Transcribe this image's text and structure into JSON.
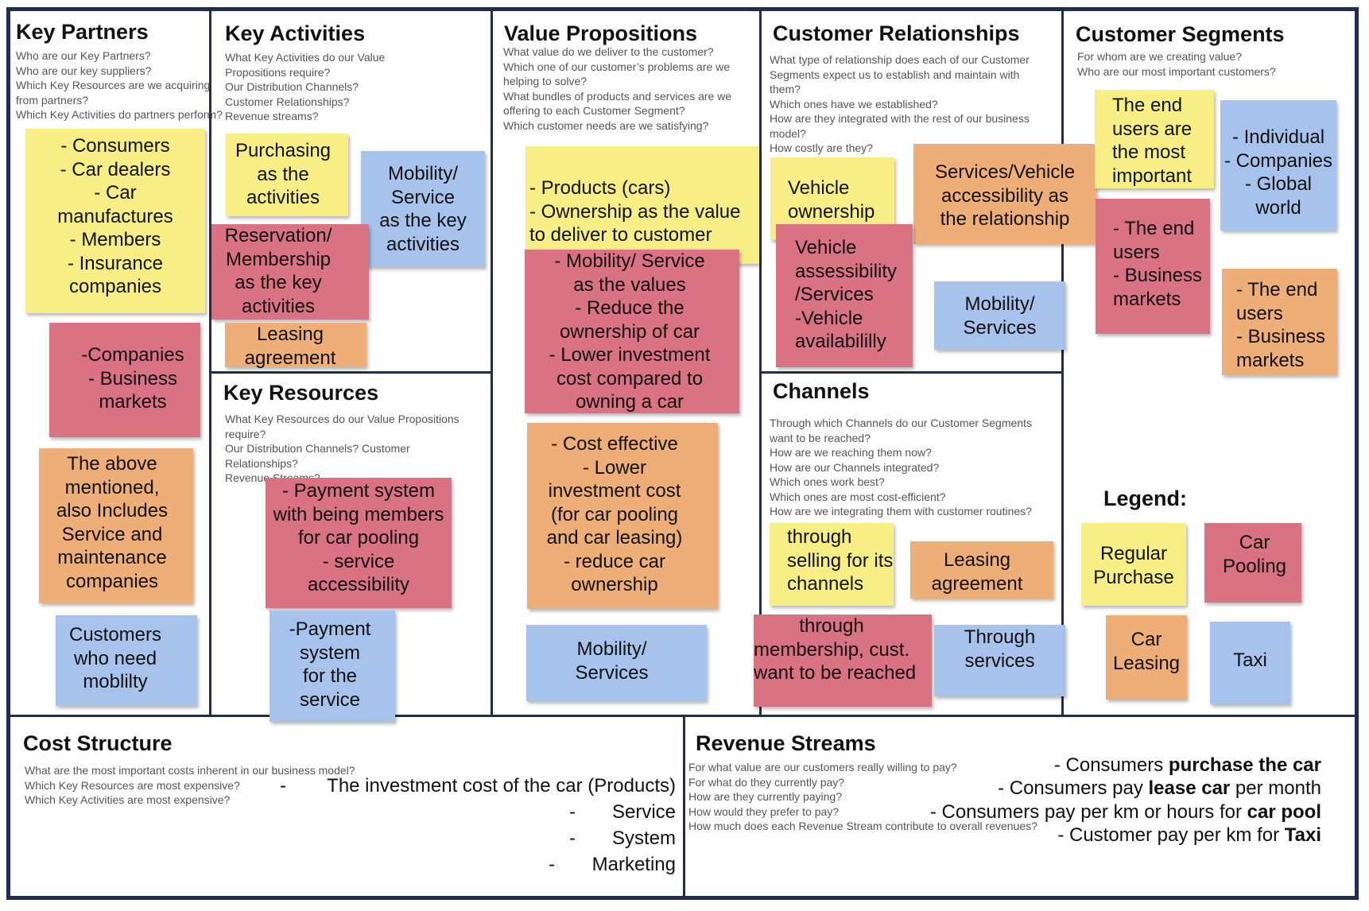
{
  "canvas": {
    "key_partners": {
      "title": "Key Partners",
      "questions": [
        "Who are our Key Partners?",
        "Who are our key suppliers?",
        "Which Key Resources are we acquiring",
        "from partners?",
        "Which Key Activities do partners perform?"
      ],
      "notes": [
        {
          "color": "yellow",
          "lines": [
            "- Consumers",
            "- Car dealers",
            "- Car",
            "manufactures",
            "- Members",
            "- Insurance",
            "companies"
          ]
        },
        {
          "color": "red",
          "lines": [
            "-Companies",
            "- Business",
            "markets"
          ]
        },
        {
          "color": "orange",
          "lines": [
            "The above",
            "mentioned,",
            "also Includes",
            "Service and",
            "maintenance",
            "companies"
          ]
        },
        {
          "color": "blue",
          "lines": [
            "Customers",
            "who need",
            "moblilty"
          ]
        }
      ]
    },
    "key_activities": {
      "title": "Key Activities",
      "questions": [
        "What Key Activities do our Value",
        "Propositions require?",
        "Our Distribution Channels?",
        "Customer Relationships?",
        "Revenue streams?"
      ],
      "notes": [
        {
          "color": "yellow",
          "lines": [
            "Purchasing",
            "as the",
            "activities"
          ]
        },
        {
          "color": "blue",
          "lines": [
            "Mobility/",
            "Service",
            "as the key",
            "activities"
          ]
        },
        {
          "color": "red",
          "lines": [
            "Reservation/",
            "Membership",
            "as the key",
            "activities"
          ]
        },
        {
          "color": "orange",
          "lines": [
            "Leasing",
            "agreement"
          ]
        }
      ]
    },
    "key_resources": {
      "title": "Key Resources",
      "questions": [
        "What Key Resources do our Value Propositions",
        "require?",
        "Our Distribution Channels? Customer",
        "Relationships?",
        "Revenue Streams?"
      ],
      "notes": [
        {
          "color": "red",
          "lines": [
            "- Payment system",
            "with being members",
            "for car pooling",
            "- service",
            "accessibility"
          ]
        },
        {
          "color": "blue",
          "lines": [
            "-Payment",
            "system",
            "for the",
            "service"
          ]
        }
      ]
    },
    "value_propositions": {
      "title": "Value Propositions",
      "questions": [
        "What value do we deliver to the customer?",
        "Which one of our customer’s problems are we",
        "helping to solve?",
        "What bundles of products and services are we",
        "offering to each Customer Segment?",
        "Which customer needs are we satisfying?"
      ],
      "notes": [
        {
          "color": "yellow",
          "lines": [
            "- Products (cars)",
            "- Ownership as the value",
            "to deliver to customer"
          ]
        },
        {
          "color": "red",
          "lines": [
            "- Mobility/ Service",
            "as the values",
            "- Reduce the",
            "ownership of car",
            "- Lower investment",
            "cost compared to",
            "owning a car"
          ]
        },
        {
          "color": "orange",
          "lines": [
            "- Cost effective",
            "- Lower",
            "investment cost",
            "(for car pooling",
            "and car leasing)",
            "- reduce car",
            "ownership"
          ]
        },
        {
          "color": "blue",
          "lines": [
            "Mobility/",
            "Services"
          ]
        }
      ]
    },
    "customer_relationships": {
      "title": "Customer Relationships",
      "questions": [
        "What type of relationship does each of our Customer",
        "Segments expect us to establish and maintain with",
        "them?",
        "Which ones have we established?",
        "How are they integrated with the rest of our business",
        "model?",
        "How costly are they?"
      ],
      "notes": [
        {
          "color": "yellow",
          "lines": [
            "Vehicle",
            "ownership"
          ]
        },
        {
          "color": "orange",
          "lines": [
            "Services/Vehicle",
            "accessibility as",
            "the relationship"
          ]
        },
        {
          "color": "red",
          "lines": [
            "Vehicle",
            "assessibility",
            "/Services",
            "-Vehicle",
            "availabililly"
          ]
        },
        {
          "color": "blue",
          "lines": [
            "Mobility/",
            "Services"
          ]
        }
      ]
    },
    "channels": {
      "title": "Channels",
      "questions": [
        "Through which Channels do our Customer Segments",
        "want to be reached?",
        "How are we reaching them now?",
        "How are our Channels integrated?",
        "Which ones work best?",
        "Which ones are most cost-efficient?",
        "How are we integrating them with customer routines?"
      ],
      "notes": [
        {
          "color": "yellow",
          "lines": [
            "through",
            "selling for its",
            "channels"
          ]
        },
        {
          "color": "orange",
          "lines": [
            "Leasing",
            "agreement"
          ]
        },
        {
          "color": "red",
          "lines": [
            "through",
            "membership, cust.",
            "want to be reached"
          ]
        },
        {
          "color": "blue",
          "lines": [
            "Through",
            "services"
          ]
        }
      ]
    },
    "customer_segments": {
      "title": "Customer Segments",
      "questions": [
        "For whom are we creating value?",
        "Who are our most important customers?"
      ],
      "notes": [
        {
          "color": "yellow",
          "lines": [
            "The end",
            "users are",
            "the most",
            "important"
          ]
        },
        {
          "color": "blue",
          "lines": [
            "- Individual",
            "- Companies",
            "- Global",
            "world"
          ]
        },
        {
          "color": "red",
          "lines": [
            "- The end",
            "users",
            "- Business",
            "markets"
          ]
        },
        {
          "color": "orange",
          "lines": [
            "- The end",
            "users",
            "- Business",
            "markets"
          ]
        }
      ]
    },
    "legend": {
      "title": "Legend:",
      "items": [
        {
          "color": "yellow",
          "lines": [
            "Regular",
            "Purchase"
          ]
        },
        {
          "color": "red",
          "lines": [
            "Car",
            "Pooling"
          ]
        },
        {
          "color": "orange",
          "lines": [
            "Car",
            "Leasing"
          ]
        },
        {
          "color": "blue",
          "lines": [
            "Taxi"
          ]
        }
      ]
    },
    "cost_structure": {
      "title": "Cost Structure",
      "questions": [
        "What are the most important costs inherent in our business model?",
        "Which Key Resources are most expensive?",
        "Which Key Activities are most expensive?"
      ],
      "items": [
        {
          "bullet": "-",
          "text": "The investment cost of the car (Products)"
        },
        {
          "bullet": "-",
          "text": "Service"
        },
        {
          "bullet": "-",
          "text": "System"
        },
        {
          "bullet": "-",
          "text": "Marketing"
        }
      ]
    },
    "revenue_streams": {
      "title": "Revenue Streams",
      "questions": [
        "For what value are our customers really willing to pay?",
        "For what do they currently pay?",
        "How are they currently paying?",
        "How would they prefer to pay?",
        "How much does each Revenue Stream contribute to overall revenues?"
      ],
      "items": [
        {
          "pre": "- Consumers ",
          "bold": "purchase the car",
          "post": ""
        },
        {
          "pre": "- Consumers pay ",
          "bold": "lease car",
          "post": " per month"
        },
        {
          "pre": "- Consumers pay per km or hours for ",
          "bold": "car pool",
          "post": ""
        },
        {
          "pre": "- Customer pay per km for ",
          "bold": "Taxi",
          "post": ""
        }
      ]
    }
  },
  "colors": {
    "yellow": "#f8ee86",
    "red": "#d97283",
    "orange": "#eeae78",
    "blue": "#a7c3ec",
    "frame": "#1f2d4e"
  }
}
